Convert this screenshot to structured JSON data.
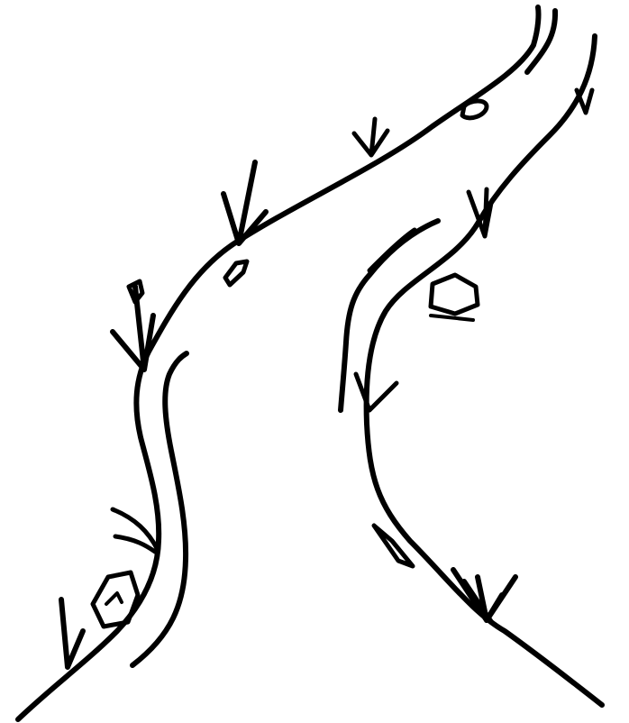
{
  "drawing": {
    "background": "#ffffff",
    "ink_color": "#000000",
    "subject": "path-drawing",
    "elements": [
      "left-bank",
      "right-bank",
      "grass-tuft",
      "stone"
    ]
  }
}
